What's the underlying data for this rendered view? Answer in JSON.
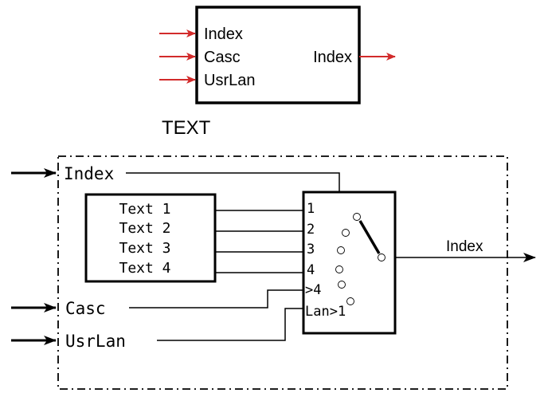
{
  "block": {
    "inputs": [
      "Index",
      "Casc",
      "UsrLan"
    ],
    "output": "Index",
    "name": "TEXT"
  },
  "detail": {
    "inputs": {
      "index": "Index",
      "casc": "Casc",
      "usrlan": "UsrLan"
    },
    "texts": [
      "Text 1",
      "Text 2",
      "Text 3",
      "Text 4"
    ],
    "selector_inputs": [
      "1",
      "2",
      "3",
      "4",
      ">4",
      "Lan>1"
    ],
    "output": "Index"
  },
  "colors": {
    "arrow_red": "#d22b2b",
    "line": "#000000"
  }
}
